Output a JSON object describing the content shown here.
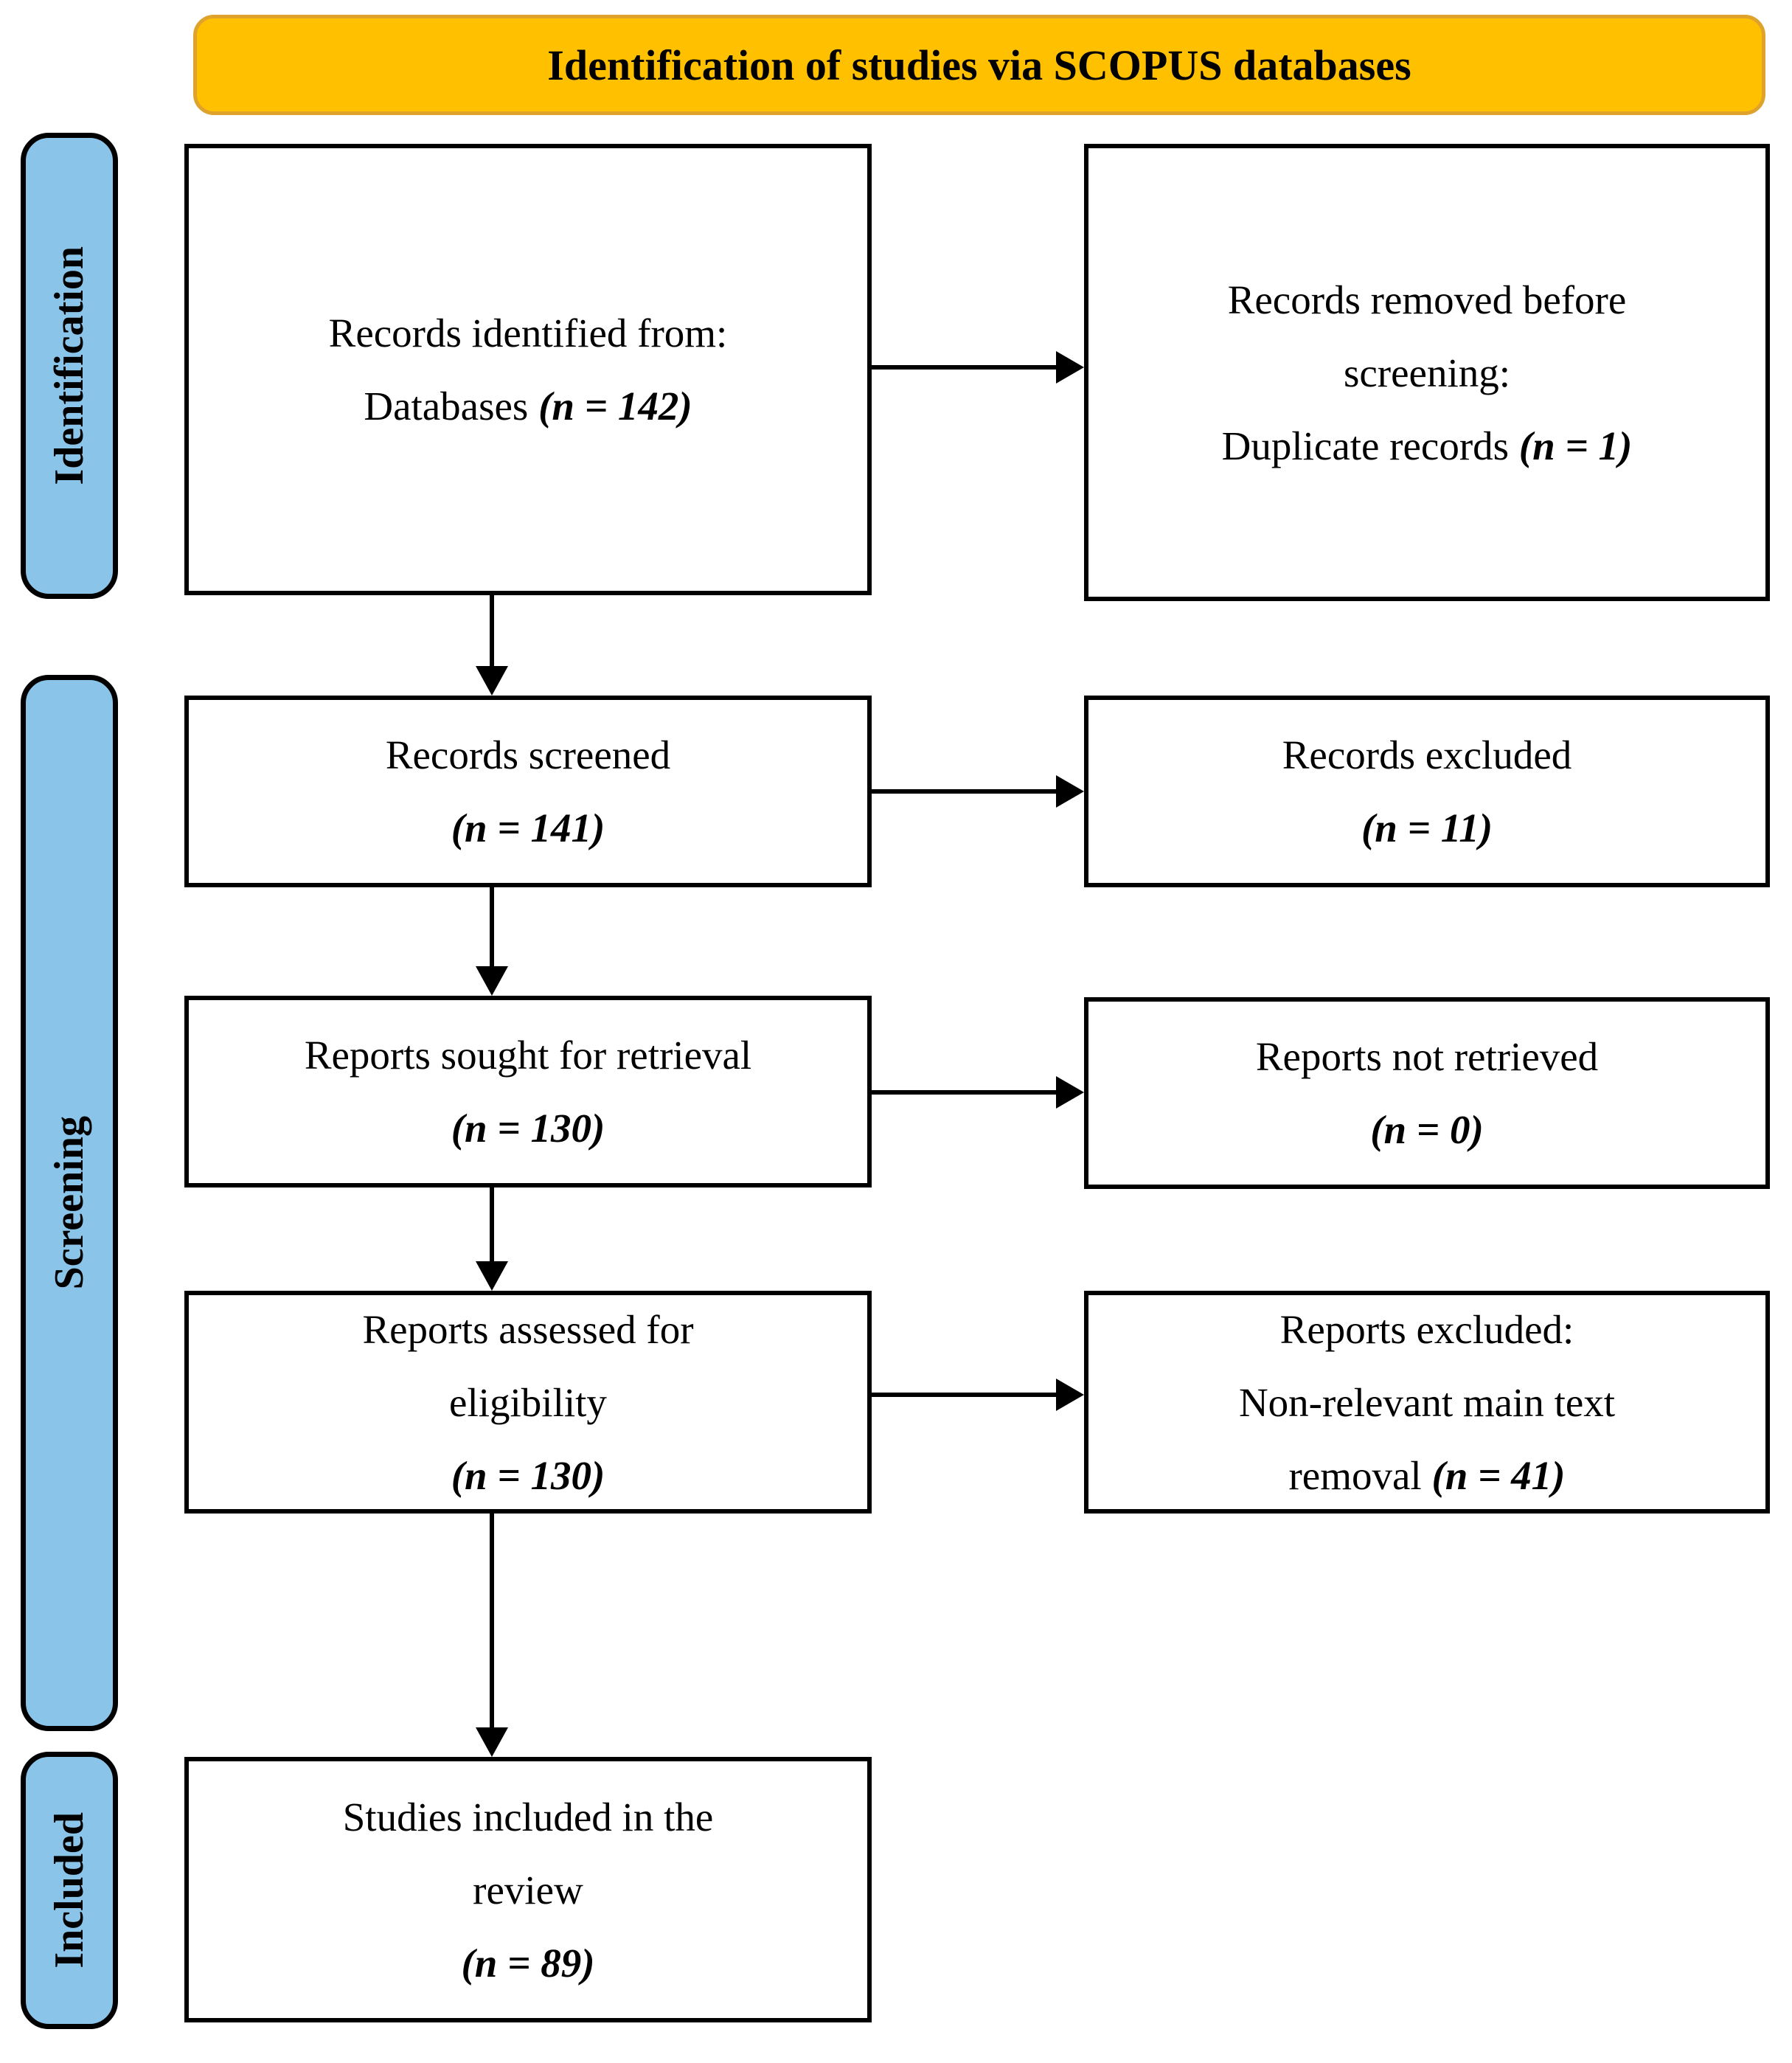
{
  "colors": {
    "banner-fill": "#FFC000",
    "banner-border": "#DFA32C",
    "stage-fill": "#8AC4E8",
    "stroke": "#000000",
    "text": "#000000"
  },
  "banner": {
    "title": "Identification of studies via SCOPUS databases"
  },
  "stages": [
    {
      "label": "Identification"
    },
    {
      "label": "Screening"
    },
    {
      "label": "Included"
    }
  ],
  "boxes": {
    "records_identified": {
      "l1": "Records identified from:",
      "l2_pre": "Databases ",
      "l2_n": "(n = 142)"
    },
    "records_removed": {
      "l1": "Records removed before",
      "l2": "screening:",
      "l3_pre": "Duplicate records ",
      "l3_n": "(n = 1)"
    },
    "records_screened": {
      "l1": "Records screened",
      "l2_n": "(n = 141)"
    },
    "records_excluded": {
      "l1": "Records excluded",
      "l2_n": "(n = 11)"
    },
    "reports_sought": {
      "l1": "Reports sought for retrieval",
      "l2_n": "(n = 130)"
    },
    "reports_not_retrieved": {
      "l1": "Reports not retrieved",
      "l2_n": "(n = 0)"
    },
    "reports_assessed": {
      "l1": "Reports assessed for",
      "l2": "eligibility",
      "l3_n": "(n = 130)"
    },
    "reports_excluded": {
      "l1": "Reports excluded:",
      "l2": "Non-relevant main text",
      "l3_pre": "removal ",
      "l3_n": "(n = 41)"
    },
    "studies_included": {
      "l1": "Studies included in the",
      "l2": "review",
      "l3_n": "(n = 89)"
    }
  }
}
